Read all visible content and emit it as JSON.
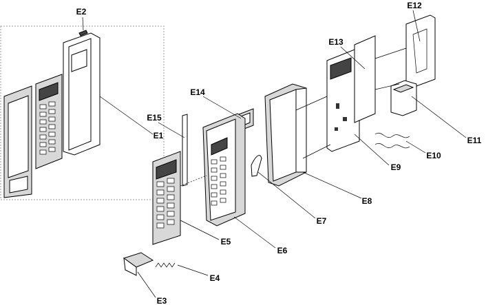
{
  "labels": {
    "E1": "E1",
    "E2": "E2",
    "E3": "E3",
    "E4": "E4",
    "E5": "E5",
    "E6": "E6",
    "E7": "E7",
    "E8": "E8",
    "E9": "E9",
    "E10": "E10",
    "E11": "E11",
    "E12": "E12",
    "E13": "E13",
    "E14": "E14",
    "E15": "E15"
  }
}
